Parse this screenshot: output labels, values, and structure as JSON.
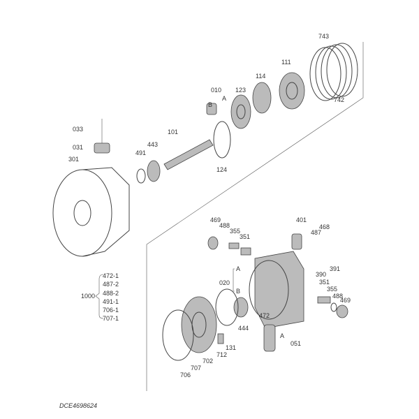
{
  "labels": {
    "p743": "743",
    "p111": "111",
    "p114": "114",
    "p010": "010",
    "pA1": "A",
    "pB1": "B",
    "p123": "123",
    "p742": "742",
    "p033": "033",
    "p101": "101",
    "p031": "031",
    "p491": "491",
    "p443": "443",
    "p124": "124",
    "p301": "301",
    "p469a": "469",
    "p488a": "488",
    "p355a": "355",
    "p351a": "351",
    "p401": "401",
    "p468": "468",
    "p487": "487",
    "pA2": "A",
    "p391": "391",
    "p390": "390",
    "p020": "020",
    "p351b": "351",
    "p355b": "355",
    "pB2": "B",
    "p488b": "488",
    "p469b": "469",
    "p444": "444",
    "p472": "472",
    "pA3": "A",
    "p051": "051",
    "p131": "131",
    "p712": "712",
    "p702": "702",
    "p707": "707",
    "p706": "706"
  },
  "kit": {
    "id": "1000",
    "items": [
      "472-1",
      "487-2",
      "488-2",
      "491-1",
      "706-1",
      "707-1"
    ]
  },
  "footer": {
    "code": "DCE4698624"
  }
}
